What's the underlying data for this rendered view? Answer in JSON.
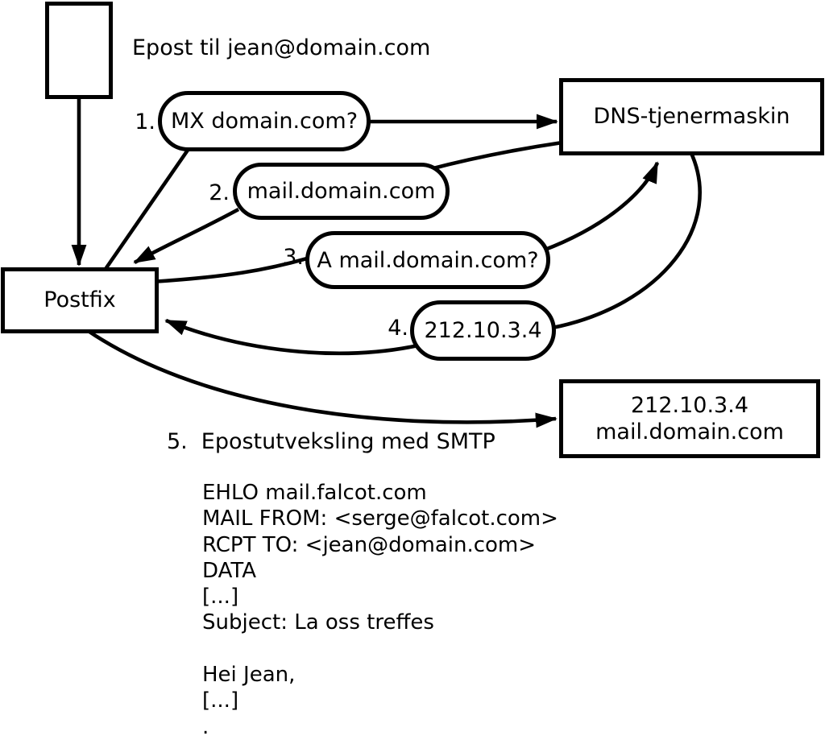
{
  "title": "Epost til jean@domain.com",
  "nodes": {
    "postfix": {
      "label": "Postfix"
    },
    "dns": {
      "label": "DNS-tjenermaskin"
    },
    "mailserver": {
      "line1": "212.10.3.4",
      "line2": "mail.domain.com"
    }
  },
  "steps": [
    {
      "num": "1.",
      "label": "MX domain.com?"
    },
    {
      "num": "2.",
      "label": "mail.domain.com"
    },
    {
      "num": "3.",
      "label": "A mail.domain.com?"
    },
    {
      "num": "4.",
      "label": "212.10.3.4"
    },
    {
      "num": "5.",
      "label": "Epostutveksling med SMTP"
    }
  ],
  "smtp_transcript": [
    "EHLO mail.falcot.com",
    "MAIL FROM: <serge@falcot.com>",
    "RCPT TO: <jean@domain.com>",
    "DATA",
    "[...]",
    "Subject: La oss treffes",
    "",
    "Hei Jean,",
    "[...]",
    "."
  ],
  "colors": {
    "stroke": "#000000",
    "background": "#ffffff"
  }
}
